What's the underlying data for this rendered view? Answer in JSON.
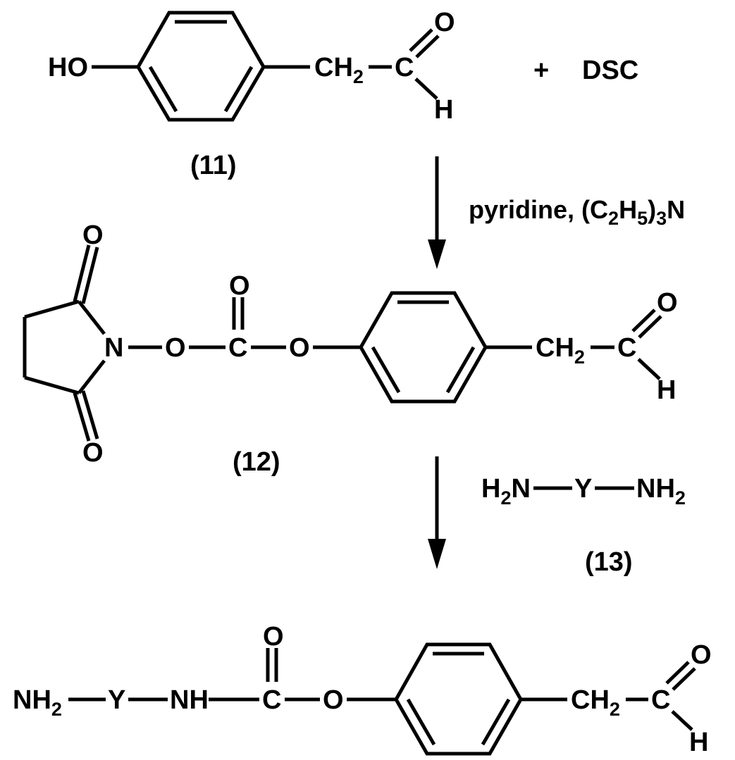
{
  "compound_11": {
    "hydroxyl": "HO",
    "ch2": "CH",
    "ch2_sub": "2",
    "carbonyl_c": "C",
    "carbonyl_o": "O",
    "aldehyde_h": "H",
    "plus": "+",
    "reagent": "DSC",
    "label": "(11)"
  },
  "step1": {
    "conditions_prefix": "pyridine, (C",
    "sub_a": "2",
    "mid_a": "H",
    "sub_b": "5",
    "mid_b": ")",
    "sub_c": "3",
    "suffix": "N"
  },
  "compound_12": {
    "ring_n": "N",
    "imide_o_top": "O",
    "imide_o_bottom": "O",
    "ester_o1": "O",
    "carbonate_c": "C",
    "carbonate_o": "O",
    "ester_o2": "O",
    "ch2": "CH",
    "ch2_sub": "2",
    "carbonyl_c": "C",
    "carbonyl_o": "O",
    "aldehyde_h": "H",
    "label": "(12)"
  },
  "step2": {
    "h2n": "H",
    "h2n_sub": "2",
    "h2n_n": "N",
    "y": "Y",
    "nh2": "NH",
    "nh2_sub": "2",
    "label": "(13)"
  },
  "product": {
    "nh2": "NH",
    "nh2_sub": "2",
    "y": "Y",
    "nh": "NH",
    "carbamate_c": "C",
    "carbamate_o": "O",
    "ester_o": "O",
    "ch2": "CH",
    "ch2_sub": "2",
    "carbonyl_c": "C",
    "carbonyl_o": "O",
    "aldehyde_h": "H"
  }
}
